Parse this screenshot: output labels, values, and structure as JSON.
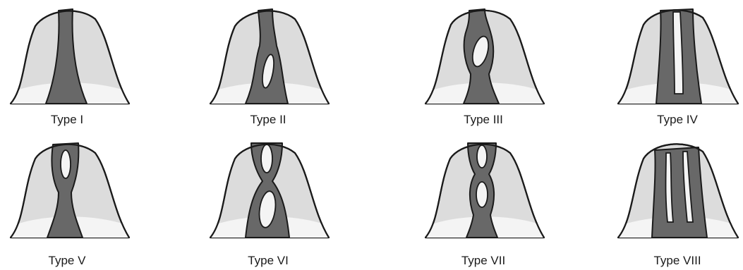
{
  "diagram_title": "",
  "canal_types": [
    {
      "id": "type-1",
      "label": "Type I"
    },
    {
      "id": "type-2",
      "label": "Type II"
    },
    {
      "id": "type-3",
      "label": "Type III"
    },
    {
      "id": "type-4",
      "label": "Type IV"
    },
    {
      "id": "type-5",
      "label": "Type V"
    },
    {
      "id": "type-6",
      "label": "Type VI"
    },
    {
      "id": "type-7",
      "label": "Type VII"
    },
    {
      "id": "type-8",
      "label": "Type VIII"
    }
  ],
  "colors": {
    "dentin": "#dcdcdc",
    "canal": "#686868",
    "outline": "#1a1a1a",
    "background": "#ffffff"
  }
}
